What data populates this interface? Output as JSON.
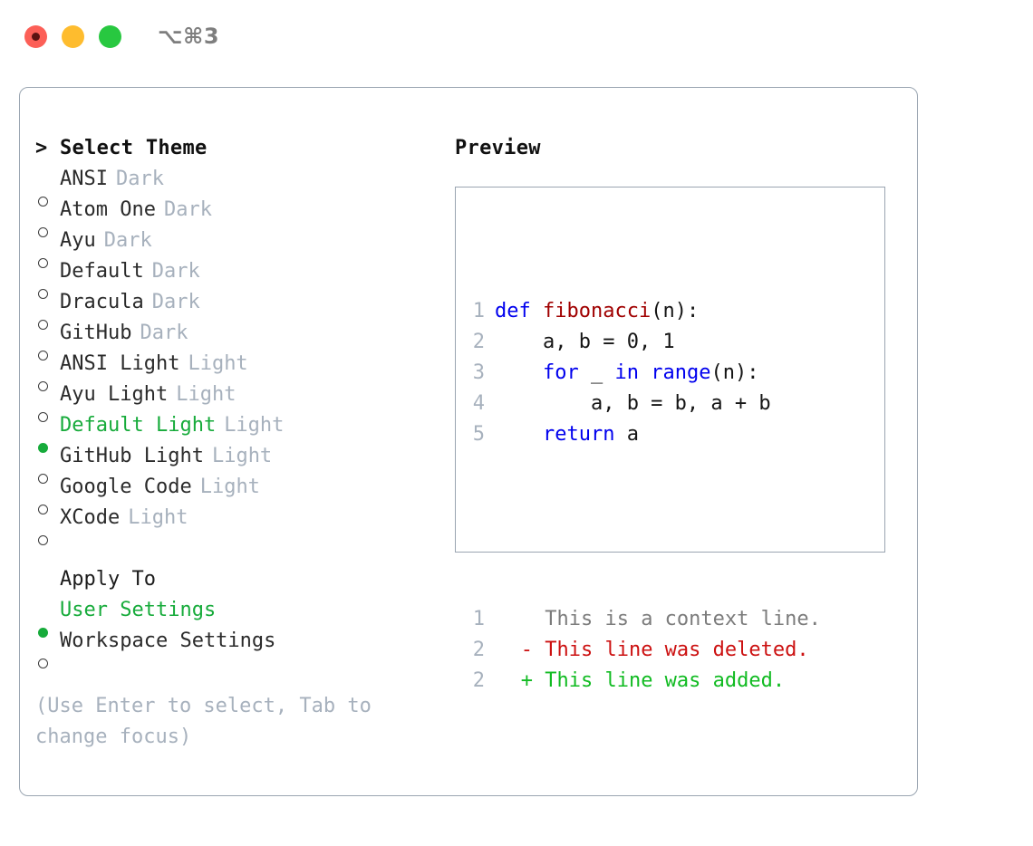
{
  "window": {
    "title": "⌥⌘3",
    "traffic_lights": [
      {
        "name": "close",
        "color": "#fc5f57"
      },
      {
        "name": "minimize",
        "color": "#febc2e"
      },
      {
        "name": "maximize",
        "color": "#28c840"
      }
    ]
  },
  "theme_picker": {
    "header_marker": ">",
    "header_label": "Select Theme",
    "items": [
      {
        "marker": "o",
        "label": "ANSI",
        "variant": "Dark",
        "selected": false
      },
      {
        "marker": "o",
        "label": "Atom One",
        "variant": "Dark",
        "selected": false
      },
      {
        "marker": "o",
        "label": "Ayu",
        "variant": "Dark",
        "selected": false
      },
      {
        "marker": "o",
        "label": "Default",
        "variant": "Dark",
        "selected": false
      },
      {
        "marker": "o",
        "label": "Dracula",
        "variant": "Dark",
        "selected": false
      },
      {
        "marker": "o",
        "label": "GitHub",
        "variant": "Dark",
        "selected": false
      },
      {
        "marker": "o",
        "label": "ANSI Light",
        "variant": "Light",
        "selected": false
      },
      {
        "marker": "o",
        "label": "Ayu Light",
        "variant": "Light",
        "selected": false
      },
      {
        "marker": "●",
        "label": "Default Light",
        "variant": "Light",
        "selected": true
      },
      {
        "marker": "o",
        "label": "GitHub Light",
        "variant": "Light",
        "selected": false
      },
      {
        "marker": "o",
        "label": "Google Code",
        "variant": "Light",
        "selected": false
      },
      {
        "marker": "o",
        "label": "XCode",
        "variant": "Light",
        "selected": false
      }
    ]
  },
  "apply_to": {
    "section_label": "Apply To",
    "options": [
      {
        "marker": "●",
        "label": "User Settings",
        "selected": true
      },
      {
        "marker": "o",
        "label": "Workspace Settings",
        "selected": false
      }
    ]
  },
  "hint": {
    "line1": "(Use Enter to select, Tab to",
    "line2": "change focus)"
  },
  "preview": {
    "title": "Preview",
    "code_lines": [
      {
        "n": "1",
        "tokens": [
          {
            "t": "def ",
            "c": "kw"
          },
          {
            "t": "fibonacci",
            "c": "fn"
          },
          {
            "t": "(n):",
            "c": "pl"
          }
        ]
      },
      {
        "n": "2",
        "tokens": [
          {
            "t": "    a, b = 0, 1",
            "c": "pl"
          }
        ]
      },
      {
        "n": "3",
        "tokens": [
          {
            "t": "    ",
            "c": "pl"
          },
          {
            "t": "for",
            "c": "kw"
          },
          {
            "t": " _ ",
            "c": "pl"
          },
          {
            "t": "in",
            "c": "kw"
          },
          {
            "t": " ",
            "c": "pl"
          },
          {
            "t": "range",
            "c": "kw"
          },
          {
            "t": "(n):",
            "c": "pl"
          }
        ]
      },
      {
        "n": "4",
        "tokens": [
          {
            "t": "        a, b = b, a + b",
            "c": "pl"
          }
        ]
      },
      {
        "n": "5",
        "tokens": [
          {
            "t": "    ",
            "c": "pl"
          },
          {
            "t": "return",
            "c": "kw"
          },
          {
            "t": " a",
            "c": "pl"
          }
        ]
      }
    ],
    "diff_lines": [
      {
        "n": "1",
        "sign": " ",
        "text": "This is a context line.",
        "kind": "context"
      },
      {
        "n": "2",
        "sign": "-",
        "text": "This line was deleted.",
        "kind": "deleted"
      },
      {
        "n": "2",
        "sign": "+",
        "text": "This line was added.",
        "kind": "added"
      }
    ]
  },
  "colors": {
    "accent_green": "#17ab3b",
    "muted": "#a7b1bd",
    "border": "#9aa5b1",
    "keyword": "#0000ee",
    "function": "#a00000",
    "diff_added": "#11bb22",
    "diff_deleted": "#cc1111",
    "diff_context": "#7c7c7c"
  }
}
